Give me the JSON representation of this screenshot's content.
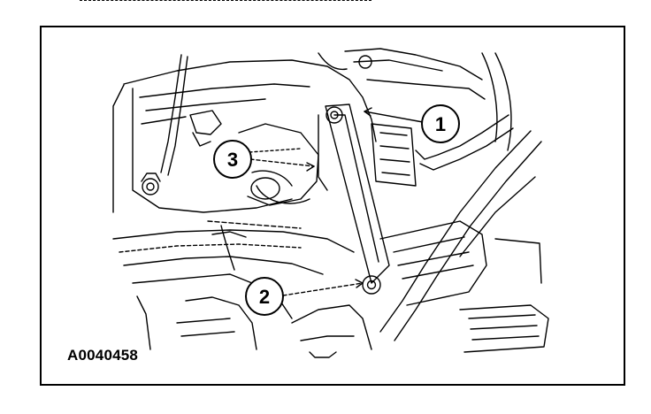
{
  "figure": {
    "id_label": "A0040458",
    "callouts": [
      {
        "number": "1"
      },
      {
        "number": "2"
      },
      {
        "number": "3"
      }
    ]
  },
  "colors": {
    "ink": "#000000",
    "paper": "#ffffff"
  }
}
